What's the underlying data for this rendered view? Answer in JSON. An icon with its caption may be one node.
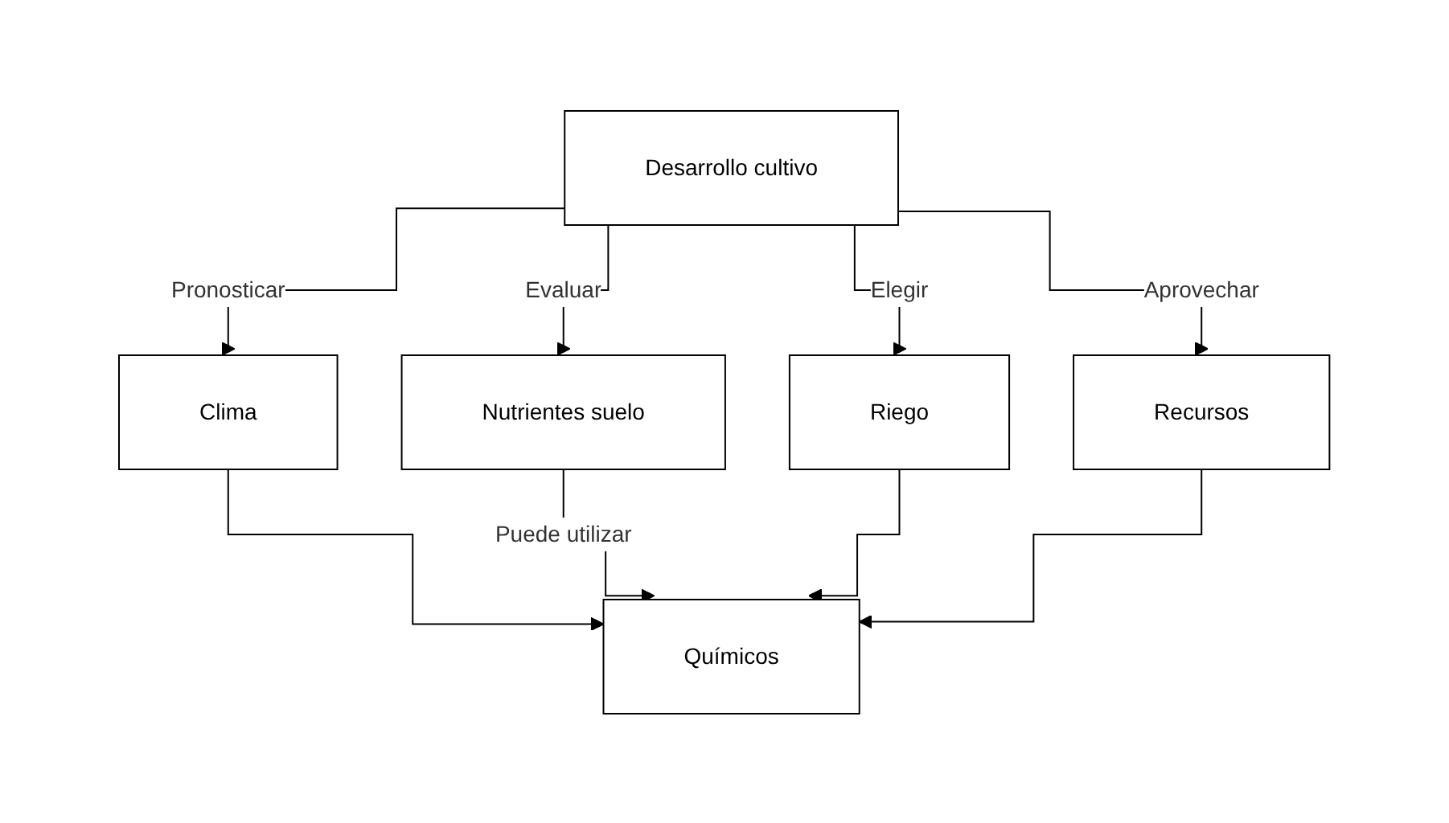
{
  "diagram": {
    "nodes": [
      {
        "text": [
          "Desarrollo cultivo"
        ]
      },
      {
        "text": [
          "Clima"
        ]
      },
      {
        "text": [
          "Nutrientes suelo"
        ]
      },
      {
        "text": [
          "Riego"
        ]
      },
      {
        "text": [
          "Recursos"
        ]
      },
      {
        "text": [
          "Químicos"
        ]
      }
    ],
    "edges": [
      {
        "from": 0,
        "to": 1,
        "arrow": "to",
        "label": "Pronosticar"
      },
      {
        "from": 0,
        "to": 2,
        "arrow": "to",
        "label": "Evaluar"
      },
      {
        "from": 0,
        "to": 3,
        "arrow": "to",
        "label": "Elegir"
      },
      {
        "from": 0,
        "to": 4,
        "arrow": "to",
        "label": "Aprovechar"
      },
      {
        "from": 1,
        "to": 5,
        "arrow": "to"
      },
      {
        "from": 2,
        "to": 5,
        "arrow": "to",
        "label": "Puede utilizar"
      },
      {
        "from": 3,
        "to": 5,
        "arrow": "to"
      },
      {
        "from": 4,
        "to": 5,
        "arrow": "to"
      }
    ]
  }
}
